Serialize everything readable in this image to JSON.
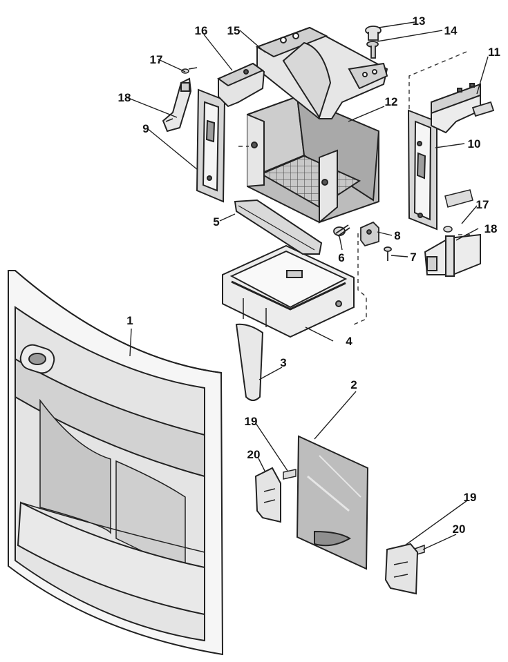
{
  "diagram": {
    "parts": [
      {
        "id": "door-front",
        "label": "1"
      },
      {
        "id": "glass-panel",
        "label": "2"
      },
      {
        "id": "drain-tube",
        "label": "3"
      },
      {
        "id": "drip-tray",
        "label": "4"
      },
      {
        "id": "bail-bar",
        "label": "5"
      },
      {
        "id": "screw-6",
        "label": "6"
      },
      {
        "id": "screw-7",
        "label": "7"
      },
      {
        "id": "clip-8",
        "label": "8"
      },
      {
        "id": "left-side-rail",
        "label": "9"
      },
      {
        "id": "right-side-rail",
        "label": "10"
      },
      {
        "id": "right-bracket",
        "label": "11"
      },
      {
        "id": "ice-bucket",
        "label": "12"
      },
      {
        "id": "knob-13",
        "label": "13"
      },
      {
        "id": "spring-14",
        "label": "14"
      },
      {
        "id": "chute-cover",
        "label": "15"
      },
      {
        "id": "left-bracket",
        "label": "16"
      },
      {
        "id": "screw-17-left",
        "label": "17"
      },
      {
        "id": "screw-17-right",
        "label": "17"
      },
      {
        "id": "hinge-18-left",
        "label": "18"
      },
      {
        "id": "hinge-18-right",
        "label": "18"
      },
      {
        "id": "screw-19-left",
        "label": "19"
      },
      {
        "id": "screw-19-right",
        "label": "19"
      },
      {
        "id": "clip-20-left",
        "label": "20"
      },
      {
        "id": "clip-20-right",
        "label": "20"
      }
    ],
    "colors": {
      "line": "#222222",
      "fill_light": "#f4f4f4",
      "fill_gray": "#bdbdbd",
      "fill_dark": "#8f8f8f"
    }
  }
}
